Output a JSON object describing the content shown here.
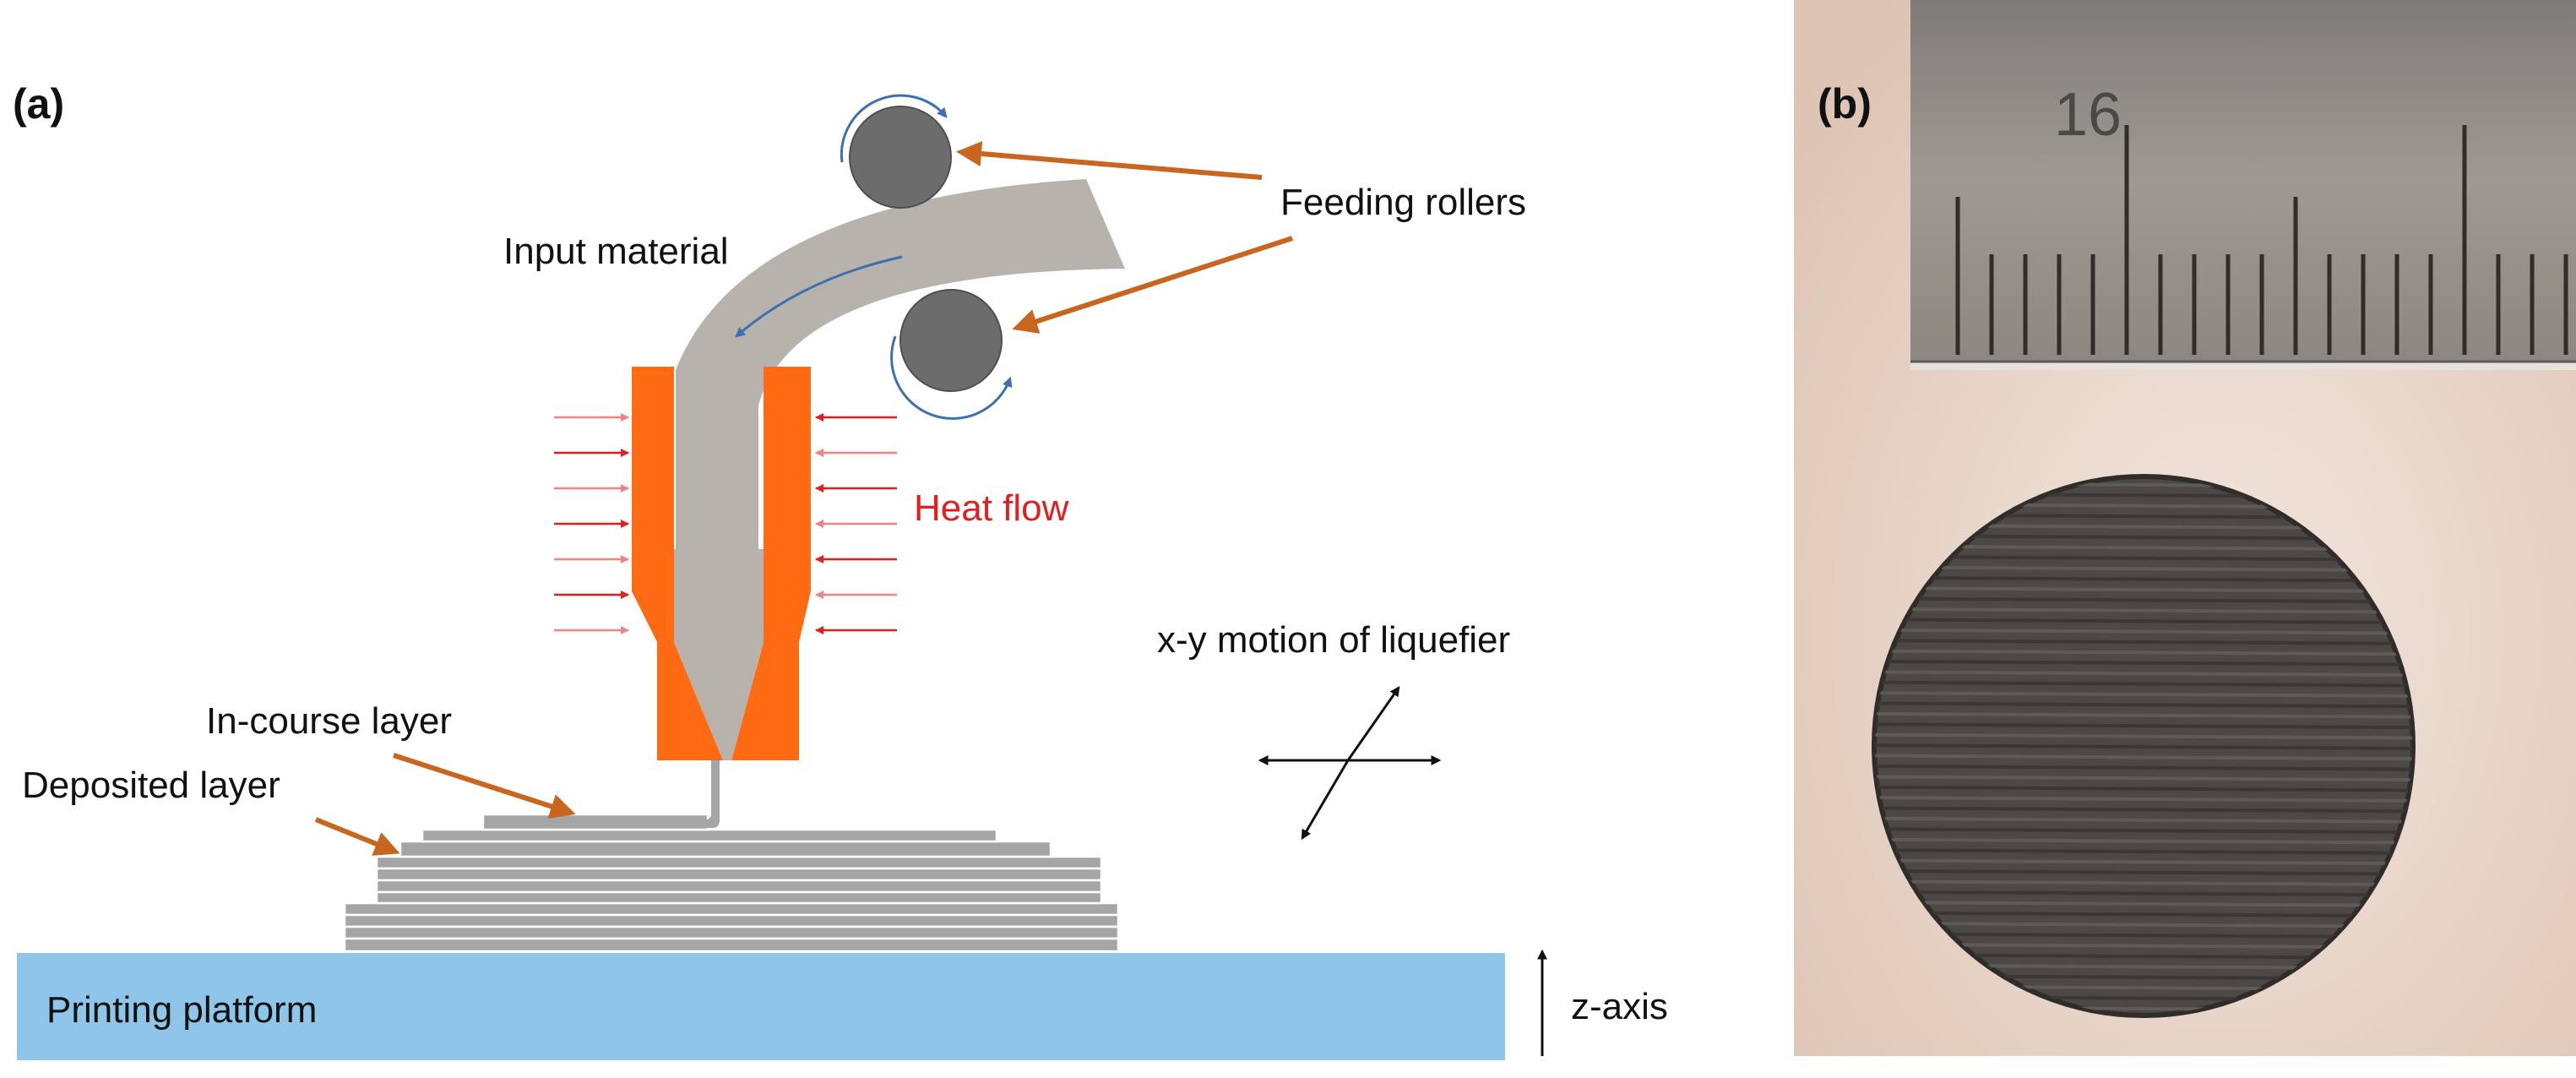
{
  "panels": {
    "a": "(a)",
    "b": "(b)"
  },
  "labels": {
    "feeding_rollers": "Feeding rollers",
    "input_material": "Input material",
    "heat_flow": "Heat flow",
    "xy_motion": "x-y motion of liquefier",
    "in_course_layer": "In-course layer",
    "deposited_layer": "Deposited layer",
    "printing_platform": "Printing platform",
    "z_axis": "z-axis"
  },
  "ruler": {
    "number": "16"
  },
  "colors": {
    "nozzle": "#ff6a13",
    "filament": "#b8b2ad",
    "roller": "#6c6c6c",
    "pointer_arrow": "#c8651f",
    "rotation_arrow": "#3d70b0",
    "heat_arrow": "#e41e1e",
    "heat_label": "#e41e1e",
    "platform": "#8ec5e8",
    "layer": "#a5a5a5",
    "ruler_metal": "#8e8c84",
    "photo_background": "#ecd9cc",
    "sample_disc": "#4b4845"
  }
}
